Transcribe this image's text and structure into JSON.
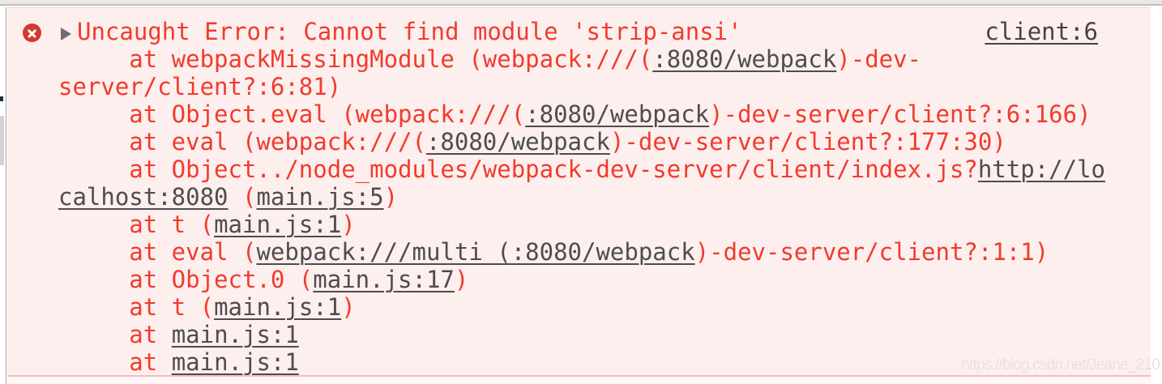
{
  "console": {
    "source_link": "client:6",
    "lines": [
      [
        {
          "t": "Uncaught Error: Cannot find module 'strip-ansi'",
          "link": false
        }
      ],
      [
        {
          "t": "     at webpackMissingModule (webpack:///(",
          "link": false
        },
        {
          "t": ":8080/webpack",
          "link": true
        },
        {
          "t": ")-dev-",
          "link": false
        }
      ],
      [
        {
          "t": "server/client?:6:81)",
          "link": false
        }
      ],
      [
        {
          "t": "     at Object.eval (webpack:///(",
          "link": false
        },
        {
          "t": ":8080/webpack",
          "link": true
        },
        {
          "t": ")-dev-server/client?:6:166)",
          "link": false
        }
      ],
      [
        {
          "t": "     at eval (webpack:///(",
          "link": false
        },
        {
          "t": ":8080/webpack",
          "link": true
        },
        {
          "t": ")-dev-server/client?:177:30)",
          "link": false
        }
      ],
      [
        {
          "t": "     at Object../node_modules/webpack-dev-server/client/index.js?",
          "link": false
        },
        {
          "t": "http://lo",
          "link": true
        }
      ],
      [
        {
          "t": "calhost:8080",
          "link": true
        },
        {
          "t": " (",
          "link": false
        },
        {
          "t": "main.js:5",
          "link": true
        },
        {
          "t": ")",
          "link": false
        }
      ],
      [
        {
          "t": "     at t (",
          "link": false
        },
        {
          "t": "main.js:1",
          "link": true
        },
        {
          "t": ")",
          "link": false
        }
      ],
      [
        {
          "t": "     at eval (",
          "link": false
        },
        {
          "t": "webpack:///multi (:8080/webpack",
          "link": true
        },
        {
          "t": ")-dev-server/client?:1:1)",
          "link": false
        }
      ],
      [
        {
          "t": "     at Object.0 (",
          "link": false
        },
        {
          "t": "main.js:17",
          "link": true
        },
        {
          "t": ")",
          "link": false
        }
      ],
      [
        {
          "t": "     at t (",
          "link": false
        },
        {
          "t": "main.js:1",
          "link": true
        },
        {
          "t": ")",
          "link": false
        }
      ],
      [
        {
          "t": "     at ",
          "link": false
        },
        {
          "t": "main.js:1",
          "link": true
        }
      ],
      [
        {
          "t": "     at ",
          "link": false
        },
        {
          "t": "main.js:1",
          "link": true
        }
      ]
    ]
  },
  "icons": {
    "error_badge": "x-circle",
    "disclosure": "right-triangle"
  },
  "watermark": "https://blog.csdn.net/Jeane_210",
  "colors": {
    "error_text": "#f03b2e",
    "error_bg": "#fdefed",
    "link": "#4d4d4d",
    "source_link": "#444444",
    "icon_bg": "#d23b31",
    "disclosure": "#6f6f6f",
    "toolbar_strip": "#e9e8e7",
    "entry_border_bottom": "#f2c0bc",
    "scroll_thumb": "#d2d2d2",
    "watermark": "#e9e1e0"
  }
}
